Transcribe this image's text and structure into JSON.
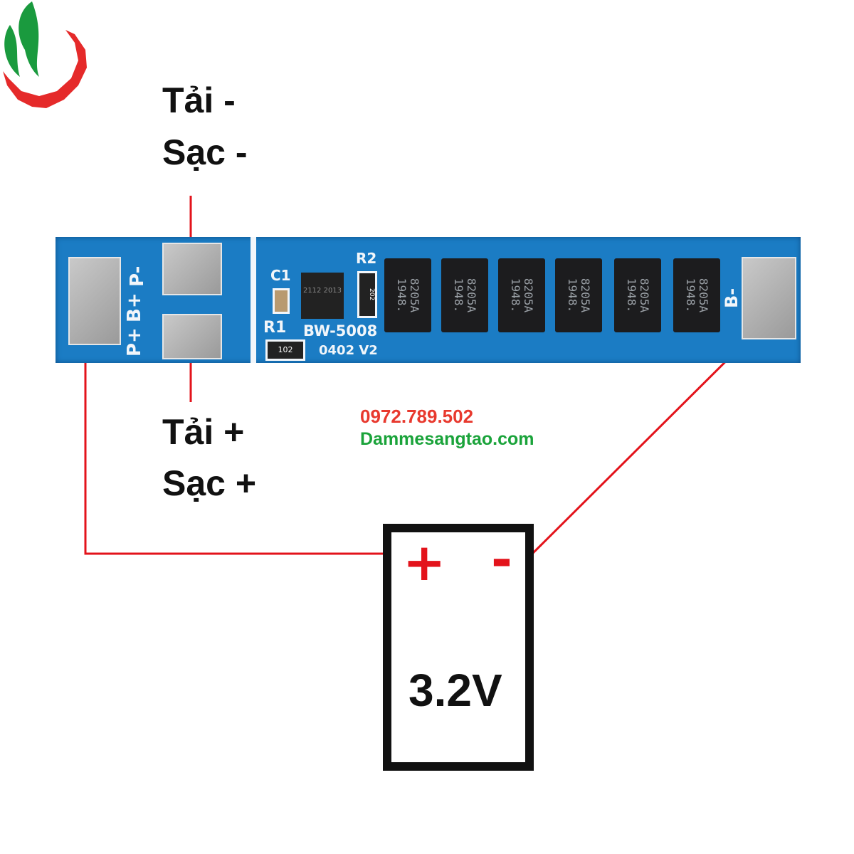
{
  "logo": {
    "name": "logo-flame-gear"
  },
  "labels": {
    "neg_load": "Tải -",
    "neg_charge": "Sạc -",
    "pos_load": "Tải +",
    "pos_charge": "Sạc +"
  },
  "pcb": {
    "p_minus": "P-",
    "b_plus": "B+",
    "p_plus": "P+",
    "b_minus": "B-",
    "c1": "C1",
    "r1": "R1",
    "r2": "R2",
    "model": "BW-5008",
    "version": "0402 V2",
    "r1_code": "102",
    "r2_code": "202",
    "ic_code": "2112 2013",
    "chips": [
      {
        "l1": "8205A",
        "l2": "1948."
      },
      {
        "l1": "8205A",
        "l2": "1948."
      },
      {
        "l1": "8205A",
        "l2": "1948."
      },
      {
        "l1": "8205A",
        "l2": "1948."
      },
      {
        "l1": "8205A",
        "l2": "1948."
      },
      {
        "l1": "8205A",
        "l2": "1948."
      }
    ]
  },
  "watermark": {
    "phone": "0972.789.502",
    "website": "Dammesangtao.com"
  },
  "battery": {
    "plus": "+",
    "minus": "-",
    "voltage": "3.2V"
  },
  "colors": {
    "wire": "#e3131b",
    "pcb": "#1b7cc4",
    "phone": "#e8392e",
    "website": "#1aa33a"
  }
}
